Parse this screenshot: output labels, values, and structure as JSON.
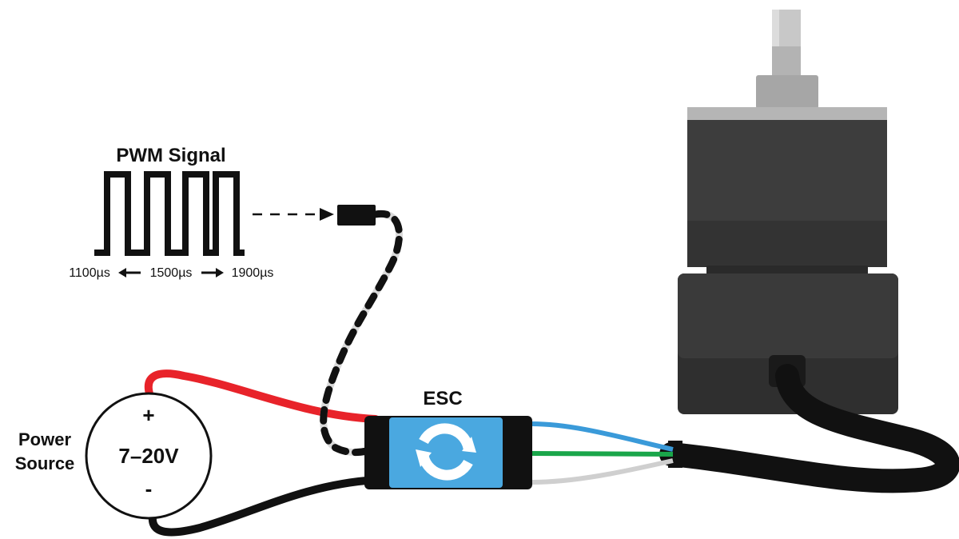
{
  "pwm": {
    "title": "PWM Signal",
    "min_label": "1100µs",
    "mid_label": "1500µs",
    "max_label": "1900µs"
  },
  "power": {
    "line1": "Power",
    "line2": "Source",
    "voltage": "7–20V",
    "plus": "+",
    "minus": "-"
  },
  "esc": {
    "label": "ESC",
    "logo_icon": "circular-arrows-logo-icon"
  },
  "colors": {
    "positive_wire": "#e8232a",
    "negative_wire": "#111111",
    "esc_body": "#4aa8e0",
    "phase_blue": "#3a9ad9",
    "phase_green": "#1aa64a",
    "phase_gray": "#cfcfcf",
    "motor_body": "#3a3a3a",
    "motor_shaft": "#bdbdbd"
  }
}
